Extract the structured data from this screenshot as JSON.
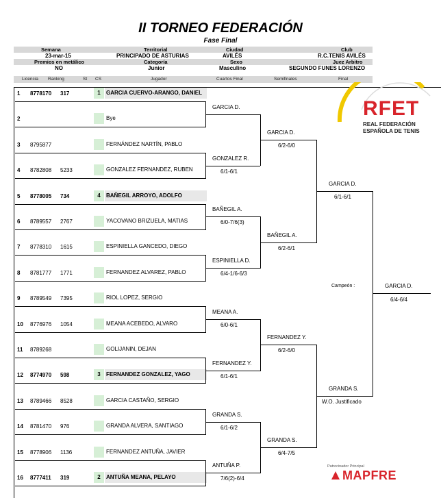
{
  "title": "II TORNEO FEDERACIÓN",
  "subtitle": "Fase Final",
  "info": {
    "semana_label": "Semana",
    "semana": "23-mar-15",
    "territorial_label": "Territorial",
    "territorial": "PRINCIPADO DE ASTURIAS",
    "ciudad_label": "Ciudad",
    "ciudad": "AVILÉS",
    "club_label": "Club",
    "club": "R.C.TENIS AVILÉS",
    "premios_label": "Premios en metálico",
    "premios": "NO",
    "categoria_label": "Categoría",
    "categoria": "Junior",
    "sexo_label": "Sexo",
    "sexo": "Masculino",
    "juez_label": "Juez Arbitro",
    "juez": "SEGUNDO FUNES LORENZO"
  },
  "columns": {
    "licencia": "Licencia",
    "ranking": "Ranking",
    "st": "St",
    "cs": "CS",
    "jugador": "Jugador",
    "cuartos": "Cuartos Final",
    "semis": "Semifinales",
    "final": "Final"
  },
  "players": [
    {
      "n": "1",
      "lic": "8778170",
      "rank": "317",
      "seed": "1",
      "name": "GARCIA CUERVO-ARANGO, DANIEL"
    },
    {
      "n": "2",
      "lic": "",
      "rank": "",
      "seed": "",
      "name": "Bye"
    },
    {
      "n": "3",
      "lic": "8795877",
      "rank": "",
      "seed": "",
      "name": "FERNÁNDEZ NARTÍN, PABLO"
    },
    {
      "n": "4",
      "lic": "8782808",
      "rank": "5233",
      "seed": "",
      "name": "GONZALEZ FERNANDEZ, RUBEN"
    },
    {
      "n": "5",
      "lic": "8778005",
      "rank": "734",
      "seed": "4",
      "name": "BAÑEGIL ARROYO, ADOLFO"
    },
    {
      "n": "6",
      "lic": "8789557",
      "rank": "2767",
      "seed": "",
      "name": "YACOVANO BRIZUELA, MATIAS"
    },
    {
      "n": "7",
      "lic": "8778310",
      "rank": "1615",
      "seed": "",
      "name": "ESPINIELLA GANCEDO, DIEGO"
    },
    {
      "n": "8",
      "lic": "8781777",
      "rank": "1771",
      "seed": "",
      "name": "FERNANDEZ ALVAREZ, PABLO"
    },
    {
      "n": "9",
      "lic": "8789549",
      "rank": "7395",
      "seed": "",
      "name": "RIOL LOPEZ, SERGIO"
    },
    {
      "n": "10",
      "lic": "8776976",
      "rank": "1054",
      "seed": "",
      "name": "MEANA ACEBEDO, ALVARO"
    },
    {
      "n": "11",
      "lic": "8789268",
      "rank": "",
      "seed": "",
      "name": "GOLIJANIN, DEJAN"
    },
    {
      "n": "12",
      "lic": "8774970",
      "rank": "598",
      "seed": "3",
      "name": "FERNANDEZ GONZALEZ, YAGO"
    },
    {
      "n": "13",
      "lic": "8789466",
      "rank": "8528",
      "seed": "",
      "name": "GARCIA CASTAÑO, SERGIO"
    },
    {
      "n": "14",
      "lic": "8781470",
      "rank": "976",
      "seed": "",
      "name": "GRANDA ALVERA, SANTIAGO"
    },
    {
      "n": "15",
      "lic": "8778906",
      "rank": "1136",
      "seed": "",
      "name": "FERNANDEZ ANTUÑA, JAVIER"
    },
    {
      "n": "16",
      "lic": "8777411",
      "rank": "319",
      "seed": "2",
      "name": "ANTUÑA MEANA, PELAYO"
    }
  ],
  "quarters": [
    {
      "winner": "GARCIA D.",
      "score": ""
    },
    {
      "winner": "GONZALEZ R.",
      "score": "6/1-6/1"
    },
    {
      "winner": "BAÑEGIL A.",
      "score": "6/0-7/6(3)"
    },
    {
      "winner": "ESPINIELLA D.",
      "score": "6/4-1/6-6/3"
    },
    {
      "winner": "MEANA A.",
      "score": "6/0-6/1"
    },
    {
      "winner": "FERNANDEZ Y.",
      "score": "6/1-6/1"
    },
    {
      "winner": "GRANDA S.",
      "score": "6/1-6/2"
    },
    {
      "winner": "ANTUÑA P.",
      "score": "7/6(2)-6/4"
    }
  ],
  "semis": [
    {
      "winner": "GARCIA D.",
      "score": "6/2-6/0"
    },
    {
      "winner": "BAÑEGIL A.",
      "score": "6/2-6/1"
    },
    {
      "winner": "FERNANDEZ Y.",
      "score": "6/2-6/0"
    },
    {
      "winner": "GRANDA S.",
      "score": "6/4-7/5"
    }
  ],
  "finals": [
    {
      "winner": "GARCIA D.",
      "score": "6/1-6/1"
    },
    {
      "winner": "GRANDA S.",
      "score": "W.O. Justificado"
    }
  ],
  "champion": {
    "label": "Campeón :",
    "winner": "GARCIA D.",
    "score": "6/4-6/4"
  },
  "logo": {
    "letters": "RFET",
    "line1": "REAL FEDERACIÓN",
    "line2": "ESPAÑOLA DE TENIS",
    "color": "#d8242b",
    "accent": "#f0c800"
  },
  "sponsor": {
    "label": "Patrocinador Principal",
    "name": "MAPFRE",
    "color": "#d8242b"
  }
}
